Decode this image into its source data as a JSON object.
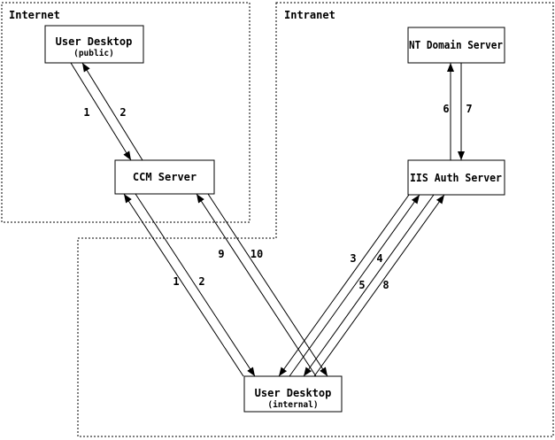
{
  "diagram": {
    "title_colors": {
      "ink": "#000000",
      "background": "#ffffff"
    },
    "zones": [
      {
        "label": "Internet"
      },
      {
        "label": "Intranet"
      }
    ],
    "nodes": [
      {
        "title": "User Desktop",
        "subtitle": "(public)",
        "zone": "Internet"
      },
      {
        "title": "CCM Server",
        "zone": "Internet"
      },
      {
        "title": "NT Domain Server",
        "zone": "Intranet"
      },
      {
        "title": "IIS Auth Server",
        "zone": "Intranet"
      },
      {
        "title": "User Desktop",
        "subtitle": "(internal)",
        "zone": "Intranet"
      }
    ],
    "edges": [
      {
        "label": "1",
        "from": "User Desktop (public)",
        "to": "CCM Server"
      },
      {
        "label": "2",
        "from": "CCM Server",
        "to": "User Desktop (public)"
      },
      {
        "label": "6",
        "from": "IIS Auth Server",
        "to": "NT Domain Server"
      },
      {
        "label": "7",
        "from": "NT Domain Server",
        "to": "IIS Auth Server"
      },
      {
        "label": "1",
        "from": "User Desktop (internal)",
        "to": "CCM Server"
      },
      {
        "label": "2",
        "from": "CCM Server",
        "to": "User Desktop (internal)"
      },
      {
        "label": "9",
        "from": "User Desktop (internal)",
        "to": "CCM Server"
      },
      {
        "label": "10",
        "from": "CCM Server",
        "to": "User Desktop (internal)"
      },
      {
        "label": "3",
        "from": "IIS Auth Server",
        "to": "User Desktop (internal)"
      },
      {
        "label": "4",
        "from": "User Desktop (internal)",
        "to": "IIS Auth Server"
      },
      {
        "label": "5",
        "from": "IIS Auth Server",
        "to": "User Desktop (internal)"
      },
      {
        "label": "8",
        "from": "User Desktop (internal)",
        "to": "IIS Auth Server"
      }
    ]
  }
}
